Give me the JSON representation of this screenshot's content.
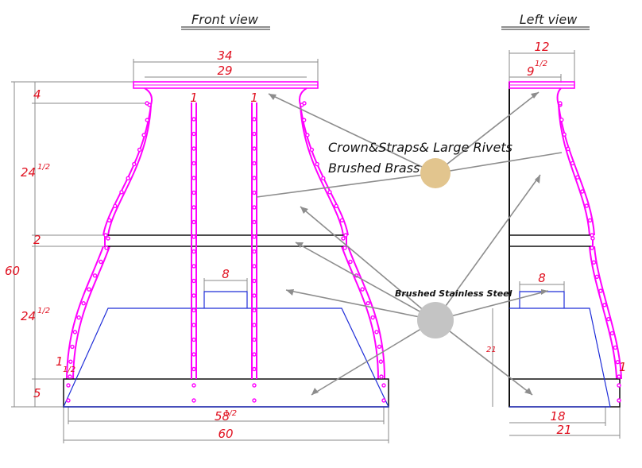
{
  "views": {
    "front": {
      "title": "Front view"
    },
    "left": {
      "title": "Left view"
    }
  },
  "dimensions": {
    "front": {
      "crown_top_width": "34",
      "crown_bottom_width": "29",
      "strap_left": "1",
      "strap_right": "1",
      "crown_height": "4",
      "upper_height_whole": "24",
      "upper_height_frac": "1/2",
      "band_height": "2",
      "overall_height": "60",
      "lower_height_whole": "24",
      "lower_height_frac": "1/2",
      "edge_frac": "1/2",
      "edge_whole": "1",
      "base_height": "5",
      "box_width": "8",
      "bottom_width_whole": "58",
      "bottom_width_frac": "1/2",
      "overall_width": "60"
    },
    "left": {
      "top_width": "12",
      "inner_width_whole": "9",
      "inner_width_frac": "1/2",
      "box_width": "8",
      "vertical_depth": "21",
      "strap_edge": "1",
      "bottom_inner": "18",
      "bottom_overall": "21"
    }
  },
  "callouts": {
    "brass_line1": "Crown&Straps& Large Rivets",
    "brass_line2": "Brushed Brass",
    "stainless": "Brushed Stainless Steel"
  },
  "colors": {
    "strap_magenta": "#ff00ff",
    "dimension_red": "#e0101f",
    "liner_blue": "#1f2dd8",
    "brass_swatch": "#e2c58e",
    "stainless_swatch": "#c4c4c4",
    "leader_gray": "#8d8d8d"
  }
}
